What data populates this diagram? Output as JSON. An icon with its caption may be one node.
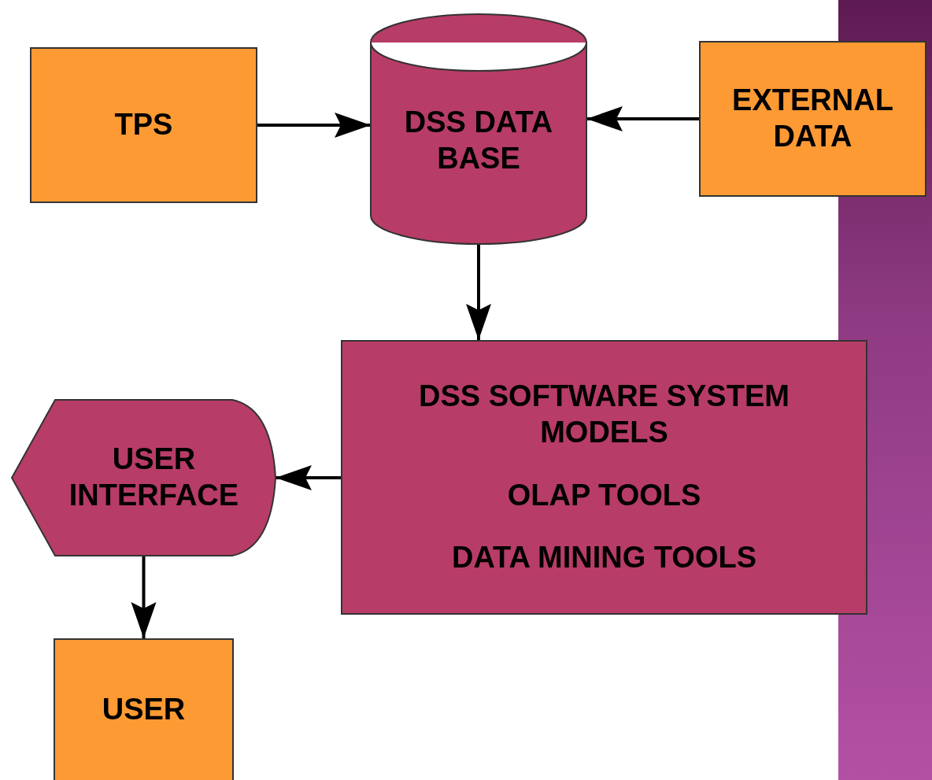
{
  "diagram": {
    "nodes": [
      {
        "text": [
          "TPS"
        ]
      },
      {
        "text": [
          "DSS DATA BASE"
        ]
      },
      {
        "text": [
          "EXTERNAL DATA"
        ]
      },
      {
        "text": [
          "DSS SOFTWARE SYSTEM",
          "MODELS",
          "OLAP TOOLS",
          "DATA MINING TOOLS"
        ]
      },
      {
        "text": [
          "USER INTERFACE"
        ]
      },
      {
        "text": [
          "USER"
        ]
      }
    ],
    "edges": [
      {
        "from": 0,
        "to": 1,
        "arrow": "to"
      },
      {
        "from": 2,
        "to": 1,
        "arrow": "to"
      },
      {
        "from": 1,
        "to": 3,
        "arrow": "to"
      },
      {
        "from": 3,
        "to": 4,
        "arrow": "to"
      },
      {
        "from": 4,
        "to": 5,
        "arrow": "to"
      }
    ]
  }
}
